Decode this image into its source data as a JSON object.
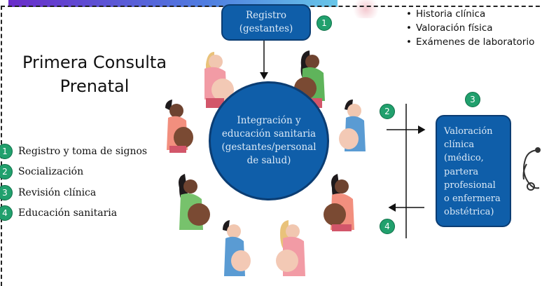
{
  "title_lines": [
    "Primera Consulta",
    "Prenatal"
  ],
  "legend": [
    {
      "num": "1",
      "label": "Registro y toma de signos"
    },
    {
      "num": "2",
      "label": "Socialización"
    },
    {
      "num": "3",
      "label": "Revisión clínica"
    },
    {
      "num": "4",
      "label": "Educación sanitaria"
    }
  ],
  "registro": {
    "lines": [
      "Registro",
      "(gestantes)"
    ],
    "badge": "1"
  },
  "center": {
    "lines": [
      "Integración y",
      "educación sanitaria",
      "(gestantes/personal",
      "de salud)"
    ]
  },
  "valoracion": {
    "lines": [
      "Valoración",
      "clínica",
      "(médico,",
      "partera",
      "profesional",
      "o enfermera",
      "obstétrica)"
    ],
    "badge": "3"
  },
  "arrow_badges": {
    "right": "2",
    "left": "4"
  },
  "checklist": [
    "Historia clínica",
    "Valoración física",
    "Exámenes de laboratorio"
  ],
  "colors": {
    "node_blue": "#0f5ea9",
    "badge_green": "#21a06d"
  }
}
